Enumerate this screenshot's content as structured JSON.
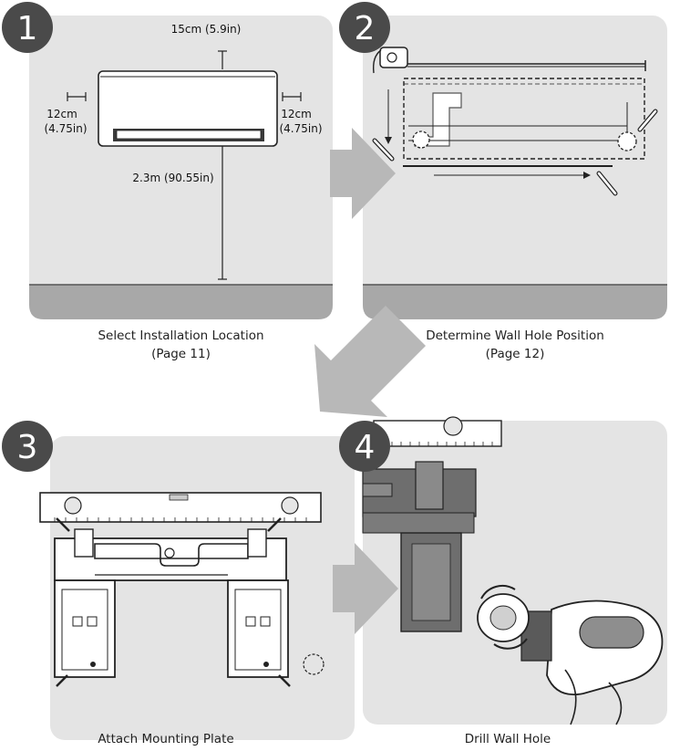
{
  "steps": [
    {
      "number": "1",
      "caption_line1": "Select Installation Location",
      "caption_line2": "(Page 11)"
    },
    {
      "number": "2",
      "caption_line1": "Determine Wall Hole Position",
      "caption_line2": "(Page 12)"
    },
    {
      "number": "3",
      "caption_line1": "Attach Mounting Plate",
      "caption_line2": ""
    },
    {
      "number": "4",
      "caption_line1": "Drill Wall Hole",
      "caption_line2": ""
    }
  ],
  "step1_dimensions": {
    "top_clearance": "15cm (5.9in)",
    "left_clearance_cm": "12cm",
    "left_clearance_in": "(4.75in)",
    "right_clearance_cm": "12cm",
    "right_clearance_in": "(4.75in)",
    "floor_height": "2.3m (90.55in)"
  },
  "colors": {
    "panel": "#e4e4e4",
    "floor": "#a8a8a8",
    "badge": "#4a4a4a",
    "arrow": "#b8b8b8"
  }
}
